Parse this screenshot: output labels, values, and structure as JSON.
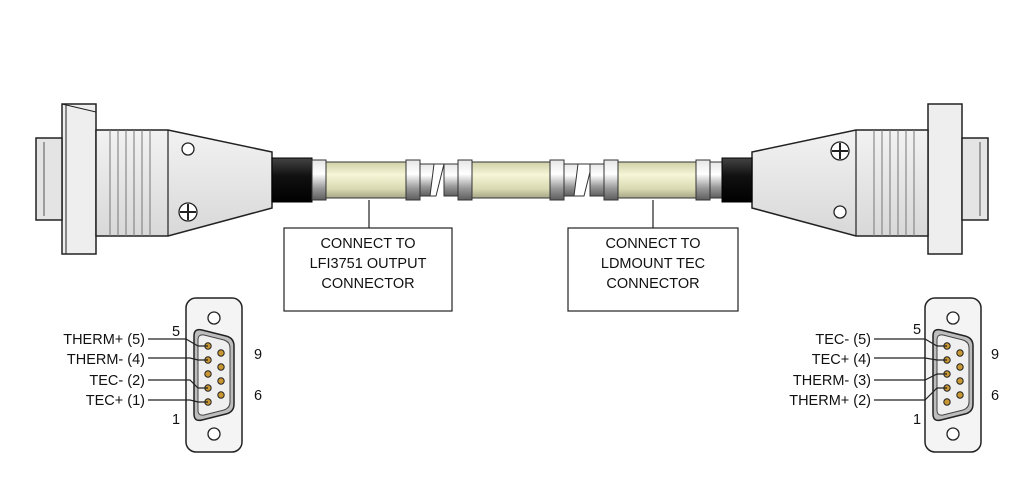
{
  "callouts": {
    "left": [
      "CONNECT TO",
      "LFI3751 OUTPUT",
      "CONNECTOR"
    ],
    "right": [
      "CONNECT TO",
      "LDMOUNT TEC",
      "CONNECTOR"
    ]
  },
  "left_pinout": {
    "labels": [
      "THERM+ (5)",
      "THERM- (4)",
      "TEC- (2)",
      "TEC+ (1)"
    ],
    "pin_numbers": {
      "top_left": "5",
      "top_right": "9",
      "bottom_right": "6",
      "bottom_left": "1"
    }
  },
  "right_pinout": {
    "labels": [
      "TEC- (5)",
      "TEC+ (4)",
      "THERM- (3)",
      "THERM+ (2)"
    ],
    "pin_numbers": {
      "top_left": "5",
      "top_right": "9",
      "bottom_right": "6",
      "bottom_left": "1"
    }
  },
  "colors": {
    "sleeve": "#f0f0c8",
    "cable_black": "#111111",
    "shell": "#e8e8e8",
    "pin": "#c89632"
  }
}
